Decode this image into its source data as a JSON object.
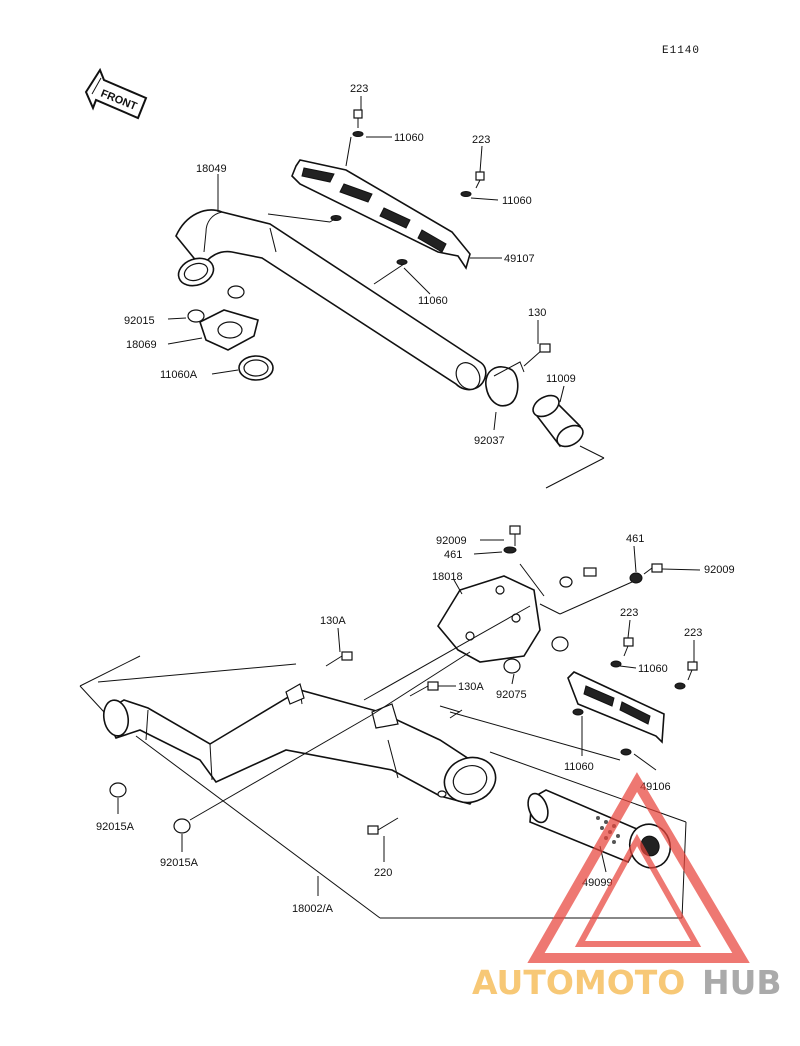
{
  "diagram_code": "E1140",
  "front_label": "FRONT",
  "parts": {
    "p223_a": "223",
    "p11060_a": "11060",
    "p223_b": "223",
    "p11060_b": "11060",
    "p18049": "18049",
    "p49107": "49107",
    "p11060_c": "11060",
    "p92015": "92015",
    "p18069": "18069",
    "p11060A": "11060A",
    "p130": "130",
    "p11009": "11009",
    "p92037": "92037",
    "p92009_a": "92009",
    "p461_a": "461",
    "p18018": "18018",
    "p461_b": "461",
    "p92009_b": "92009",
    "p130A_a": "130A",
    "p130A_b": "130A",
    "p92075": "92075",
    "p223_c": "223",
    "p223_d": "223",
    "p11060_d": "11060",
    "p11060_e": "11060",
    "p49106": "49106",
    "p92015A_a": "92015A",
    "p92015A_b": "92015A",
    "p220": "220",
    "p49099": "49099",
    "p18002A": "18002/A"
  },
  "watermark": {
    "part1": "AUTOMOTO",
    "part2": "HUB",
    "color_orange": "#f5b342",
    "color_red": "#e8453c",
    "color_gray": "#8a8a8a"
  }
}
